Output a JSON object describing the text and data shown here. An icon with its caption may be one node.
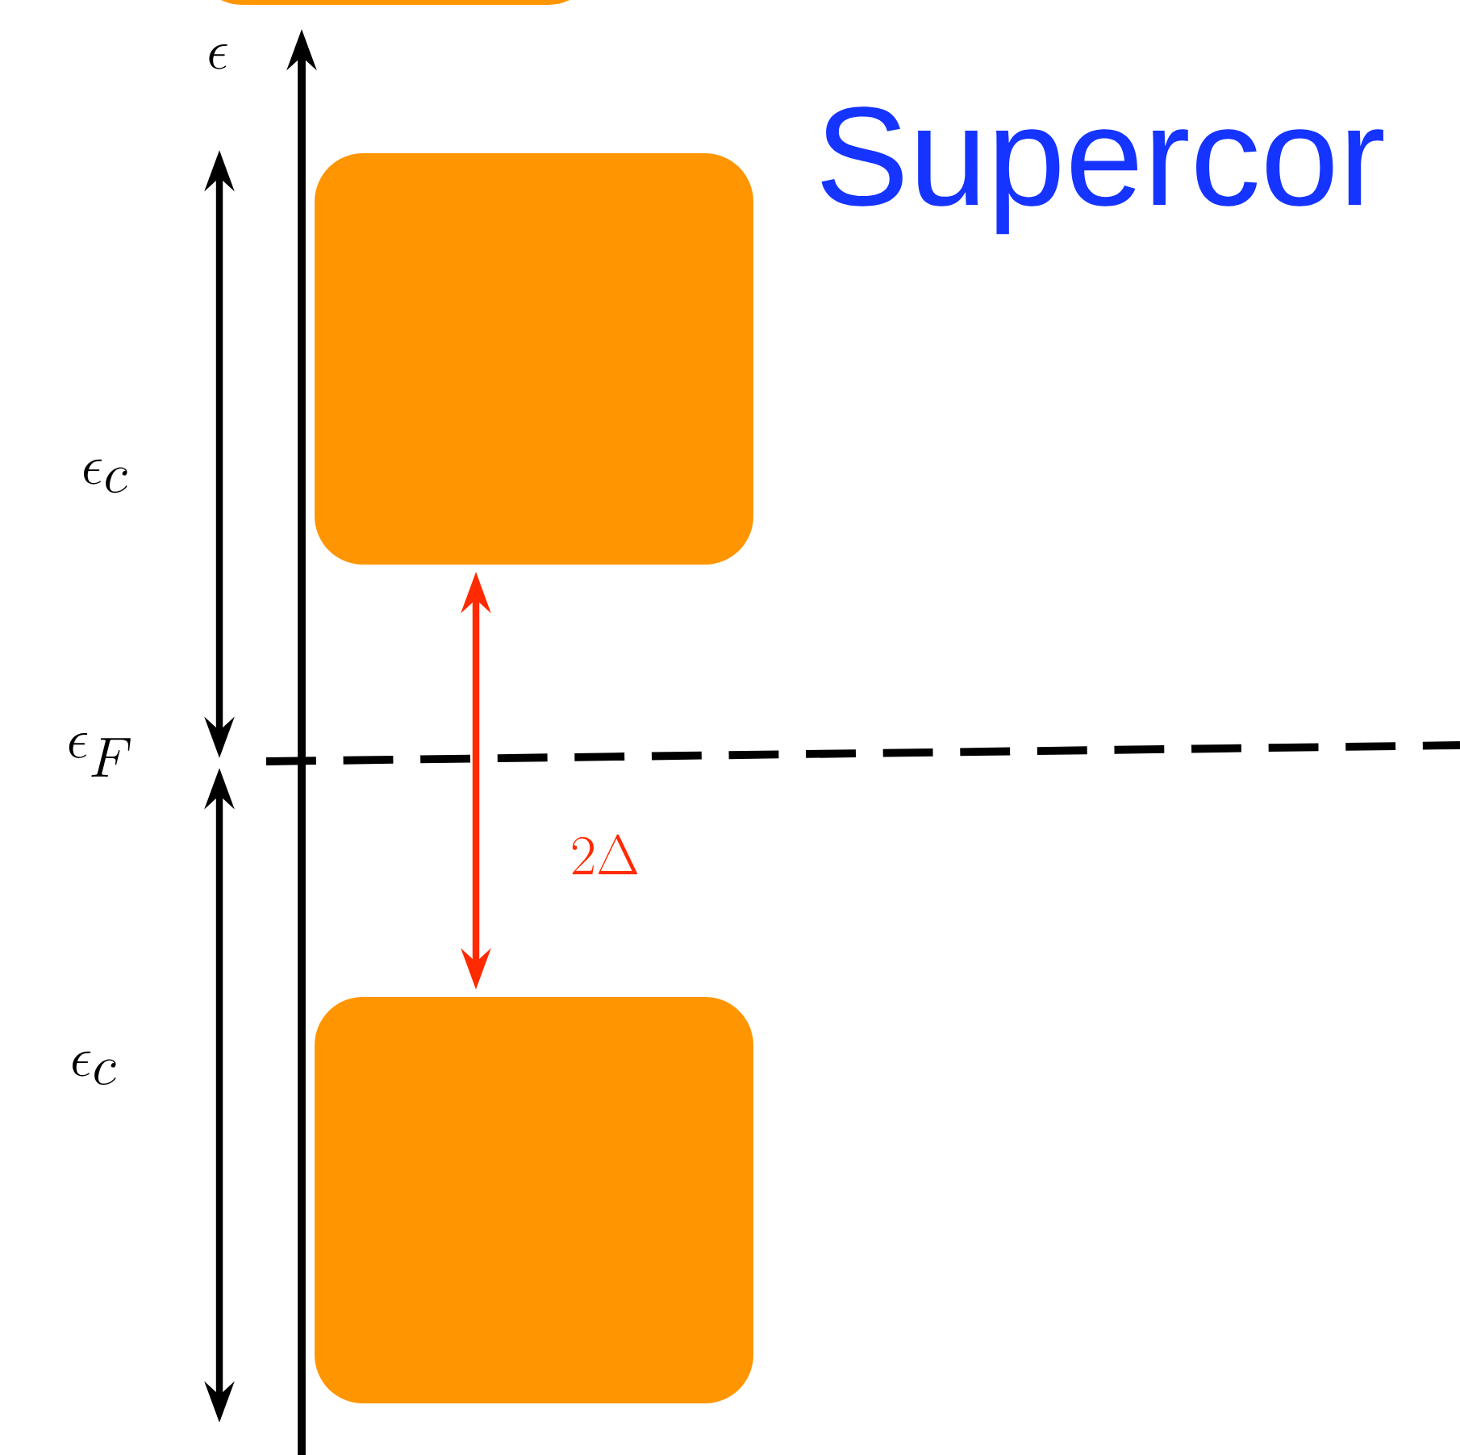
{
  "diagram": {
    "title": "Supercor",
    "nodes": [
      {
        "text": [],
        "shape": "box"
      },
      {
        "text": [],
        "shape": "box"
      },
      {
        "text": [],
        "shape": "box"
      }
    ],
    "edges": [
      {
        "from": 1,
        "to": 2,
        "arrow": "both",
        "color": "#ff2a00",
        "label": "2\\Delta"
      }
    ],
    "labels": [
      "\\epsilon",
      "\\epsilon_c",
      "\\epsilon_F",
      "\\epsilon_c"
    ]
  }
}
